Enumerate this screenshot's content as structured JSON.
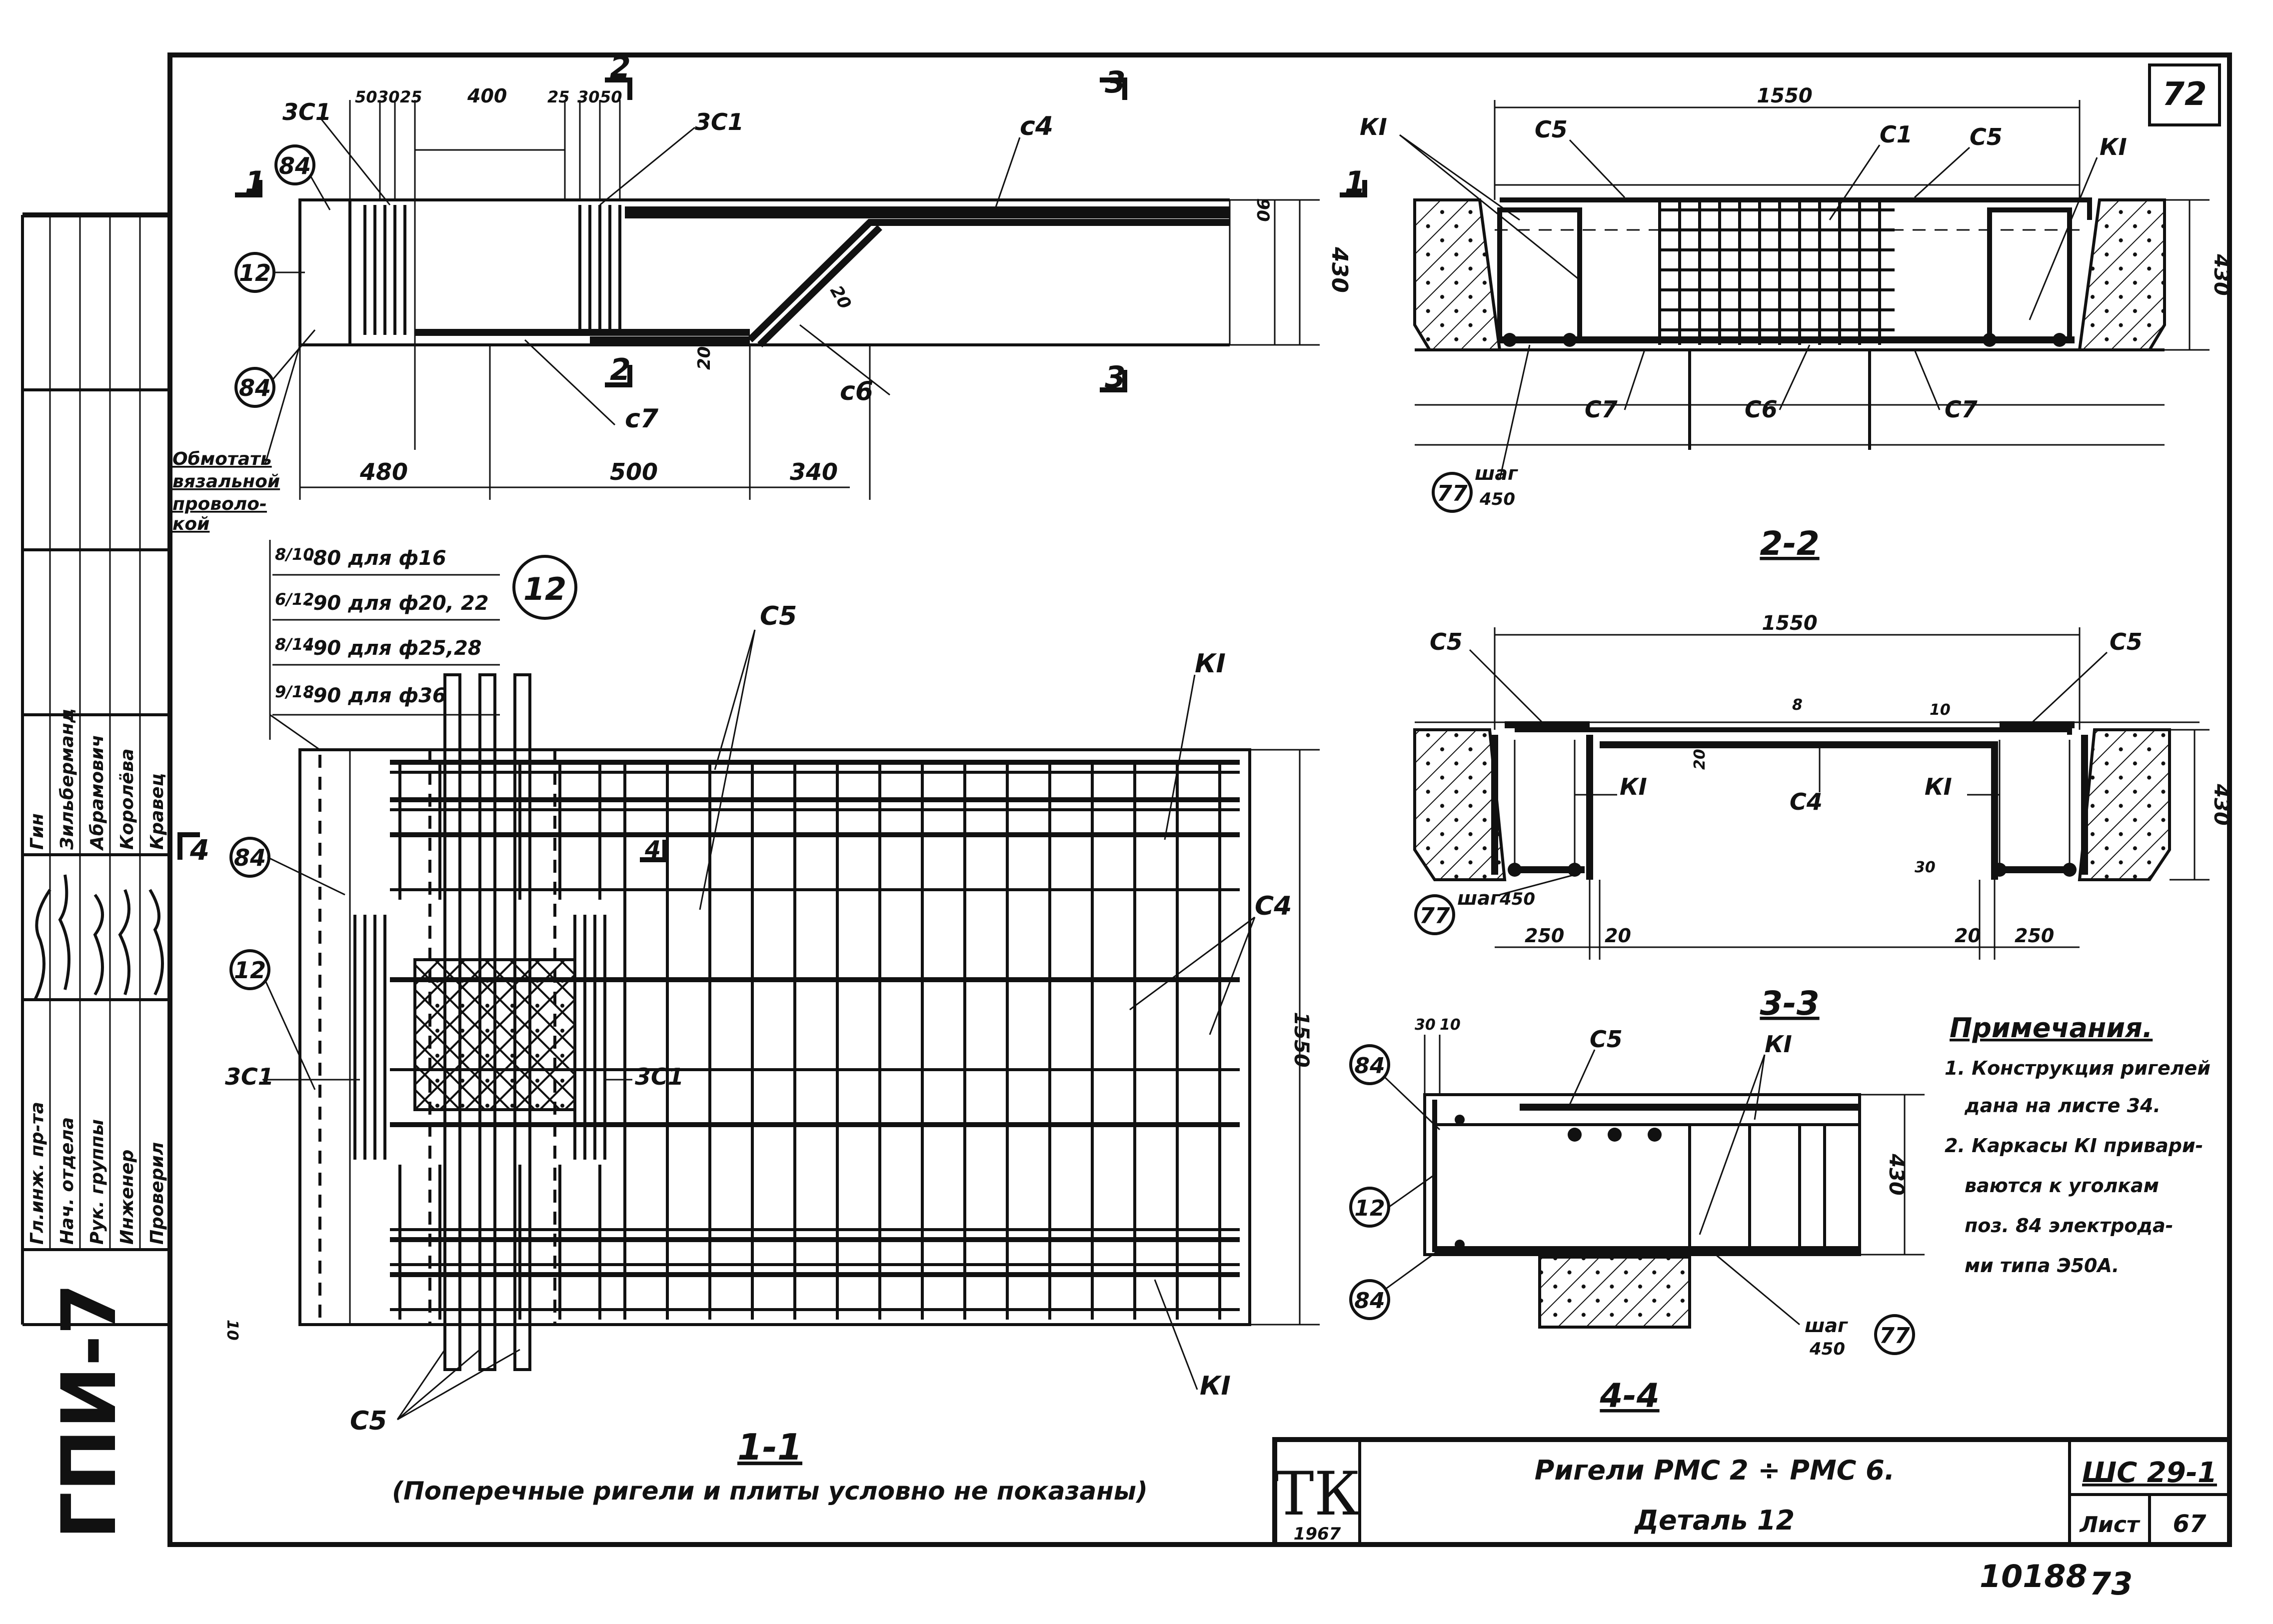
{
  "sheet": {
    "sheet_number_corner": "72",
    "code": "ШС 29-1",
    "sheet_label": "Лист",
    "sheet_no": "67",
    "archive_no": "10188",
    "page_no": "73",
    "org_logo": "ТК",
    "org_year": "1967",
    "side_org": "ГПИ-7",
    "title_line1": "Ригели РМС 2 ÷ РМС 6.",
    "title_line2": "Деталь 12"
  },
  "stamp": {
    "roles": [
      "Гл.инж. пр-та",
      "Нач. отдела",
      "Рук. группы",
      "Инженер",
      "Проверил"
    ],
    "names": [
      "Гин",
      "Зильберманд",
      "Абрамович",
      "Королёва",
      "Кравец"
    ]
  },
  "views": {
    "view_1_1": {
      "title": "1-1",
      "subtitle": "(Поперечные ригели и плиты условно не показаны)"
    },
    "view_2_2": {
      "title": "2-2"
    },
    "view_3_3": {
      "title": "3-3"
    },
    "view_4_4": {
      "title": "4-4"
    }
  },
  "section_marks": {
    "s1": "1",
    "s2": "2",
    "s3": "3",
    "s4": "4"
  },
  "top_view": {
    "labels": {
      "c4": "с4",
      "c6": "с6",
      "c7": "с7",
      "zc1a": "3С1",
      "zc1b": "3С1",
      "p84a": "84",
      "p84b": "84",
      "p12": "12",
      "note_wire": [
        "Обмотать",
        "вязальной",
        "проволо-",
        "кой"
      ]
    },
    "dims_top": [
      "50",
      "30",
      "25",
      "400",
      "25",
      "30",
      "50"
    ],
    "dims_bottom": [
      "480",
      "500",
      "340"
    ],
    "dim_height": "430",
    "dim_90": "90",
    "dim_20a": "20",
    "dim_20b": "20"
  },
  "weld_table": {
    "rows": [
      {
        "frac": "8/10",
        "text": "-80 для ф16"
      },
      {
        "frac": "6/12",
        "text": "-90 для ф20, 22"
      },
      {
        "frac": "8/14",
        "text": "-90 для ф25,28"
      },
      {
        "frac": "9/18",
        "text": "-90 для ф36"
      }
    ],
    "detail_no": "12"
  },
  "section_2_2": {
    "labels": {
      "k1a": "КI",
      "k1b": "КI",
      "c5a": "С5",
      "c5b": "С5",
      "c1": "С1",
      "c7a": "С7",
      "c6": "С6",
      "c7b": "С7",
      "p77": "77"
    },
    "dim_width": "1550",
    "dim_height": "430",
    "step": "шаг",
    "step_val": "450"
  },
  "section_3_3": {
    "labels": {
      "c5a": "С5",
      "c5b": "С5",
      "k1a": "КI",
      "k1b": "КI",
      "c4": "С4",
      "p77": "77"
    },
    "dim_width": "1550",
    "dim_height": "430",
    "step": "шаг",
    "step_val": "450",
    "dims_bottom": [
      "250",
      "20",
      "20",
      "250"
    ],
    "dim_8": "8",
    "dim_10": "10",
    "dim_20": "20",
    "dim_30": "30"
  },
  "section_4_4": {
    "labels": {
      "c5": "С5",
      "k1": "КI",
      "p84a": "84",
      "p12": "12",
      "p84b": "84",
      "p77": "77"
    },
    "dims_top": [
      "30",
      "10"
    ],
    "dim_height": "430",
    "step": "шаг",
    "step_val": "450"
  },
  "plan": {
    "labels": {
      "c5a": "С5",
      "c5b": "С5",
      "k1a": "КI",
      "k1b": "КI",
      "c4": "С4",
      "p84": "84",
      "p12": "12",
      "zc1a": "3С1",
      "zc1b": "3С1"
    },
    "dim_height": "1550",
    "dim_10": "10"
  },
  "notes": {
    "heading": "Примечания.",
    "lines": [
      "1. Конструкция ригелей",
      "дана на листе 34.",
      "2. Каркасы КI привари-",
      "ваются к уголкам",
      "поз. 84 электрода-",
      "ми типа Э50А."
    ]
  }
}
